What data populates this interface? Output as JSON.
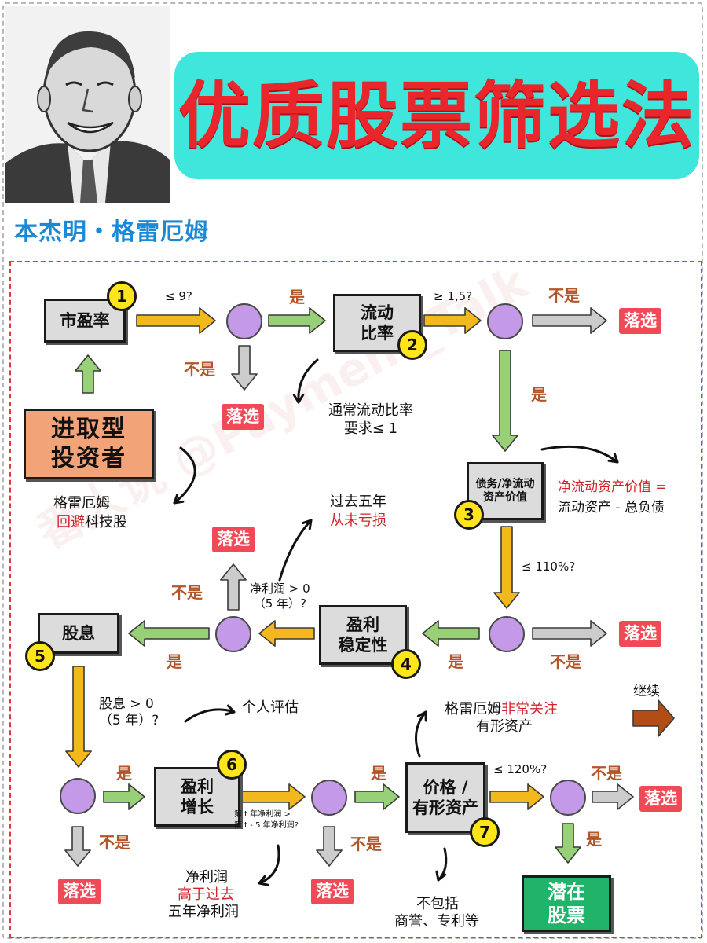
{
  "title": "优质股票筛选法",
  "subtitle": "本杰明・格雷厄姆",
  "watermark": "番人说 @Payment_Talk",
  "colors": {
    "title_banner": "#3ee6dc",
    "title_text": "#e8262c",
    "subtitle": "#1b8ad6",
    "reject_tag": "#ef4a55",
    "decision_circle": "#c49ae8",
    "step_badge": "#ffe51a",
    "arrow_yes": "#98d078",
    "arrow_no": "#cccccc",
    "arrow_flow": "#f2b81c",
    "continue_arrow": "#b24d16"
  },
  "steps": {
    "pe": {
      "label": "市盈率",
      "num": "1",
      "cond": "≤ 9?"
    },
    "current_ratio": {
      "label": "流动\n比率",
      "num": "2",
      "cond": "≥ 1,5?"
    },
    "debt": {
      "label": "债务/净流动\n资产价值",
      "num": "3",
      "cond": "≤ 110%?"
    },
    "stability": {
      "label": "盈利\n稳定性",
      "num": "4",
      "cond": "净利润 > 0\n（5 年）?"
    },
    "dividend": {
      "label": "股息",
      "num": "5",
      "cond": "股息 > 0\n（5 年）?"
    },
    "growth": {
      "label": "盈利\n增长",
      "num": "6",
      "cond": "第 t 年净利润 >\n第 t - 5 年净利润?"
    },
    "price": {
      "label": "价格 /\n有形资产",
      "num": "7",
      "cond": "≤ 120%?"
    }
  },
  "investor_box": "进取型\n投资者",
  "potential_box": "潜在\n股票",
  "labels": {
    "yes": "是",
    "no": "不是",
    "reject": "落选",
    "continue": "继续"
  },
  "notes": {
    "current_ratio_note": "通常流动比率\n要求≤ 1",
    "tech_note_1": "格雷厄姆",
    "tech_note_2_red": "回避",
    "tech_note_2_black": "科技股",
    "nca_red": "净流动资产价值 =",
    "nca_black": "流动资产 - 总负债",
    "no_loss_1": "过去五年",
    "no_loss_2_red": "从未亏损",
    "personal": "个人评估",
    "tangible_1_black": "格雷厄姆",
    "tangible_1_red": "非常关注",
    "tangible_2": "有形资产",
    "growth_1": "净利润",
    "growth_2_red": "高于过去",
    "growth_3": "五年净利润",
    "excl_1": "不包括",
    "excl_2": "商誉、专利等"
  }
}
